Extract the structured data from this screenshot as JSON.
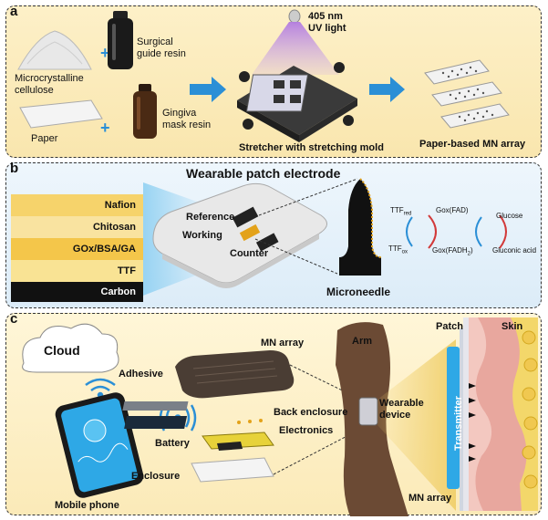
{
  "panel_a": {
    "label": "a",
    "mcc": "Microcrystalline\ncellulose",
    "surgical": "Surgical\nguide resin",
    "paper": "Paper",
    "gingiva": "Gingiva\nmask resin",
    "uv": "405 nm\nUV light",
    "stretcher": "Stretcher with stretching mold",
    "mn_array": "Paper-based MN array",
    "plus": "+"
  },
  "panel_b": {
    "label": "b",
    "title": "Wearable patch electrode",
    "layers": [
      "Nafion",
      "Chitosan",
      "GOx/BSA/GA",
      "TTF",
      "Carbon"
    ],
    "reference": "Reference",
    "working": "Working",
    "counter": "Counter",
    "microneedle": "Microneedle",
    "chem": {
      "ttf_red": "TTF",
      "ttf_red_sub": "red",
      "ttf_ox": "TTF",
      "ttf_ox_sub": "ox",
      "gox_fad": "Gox(FAD)",
      "gox_fadh2": "Gox(FADH",
      "gox_fadh2_sub": "2",
      "gox_fadh2_end": ")",
      "glucose": "Glucose",
      "gluconic": "Gluconic acid"
    }
  },
  "panel_c": {
    "label": "c",
    "cloud": "Cloud",
    "mn_array": "MN array",
    "adhesive": "Adhesive",
    "back_enclosure": "Back enclosure",
    "electronics": "Electronics",
    "battery": "Battery",
    "enclosure": "Enclosure",
    "mobile_phone": "Mobile phone",
    "arm": "Arm",
    "wearable_device": "Wearable\ndevice",
    "patch": "Patch",
    "skin": "Skin",
    "transmitter": "Transmitter",
    "mn_array2": "MN array"
  },
  "colors": {
    "arrow": "#2b8fd6",
    "accent": "#5a2ca0",
    "nafion": "#f6d36b",
    "chitosan": "#f9e3a0",
    "gox": "#f4c64a",
    "ttf": "#f9e394",
    "carbon": "#111111"
  }
}
